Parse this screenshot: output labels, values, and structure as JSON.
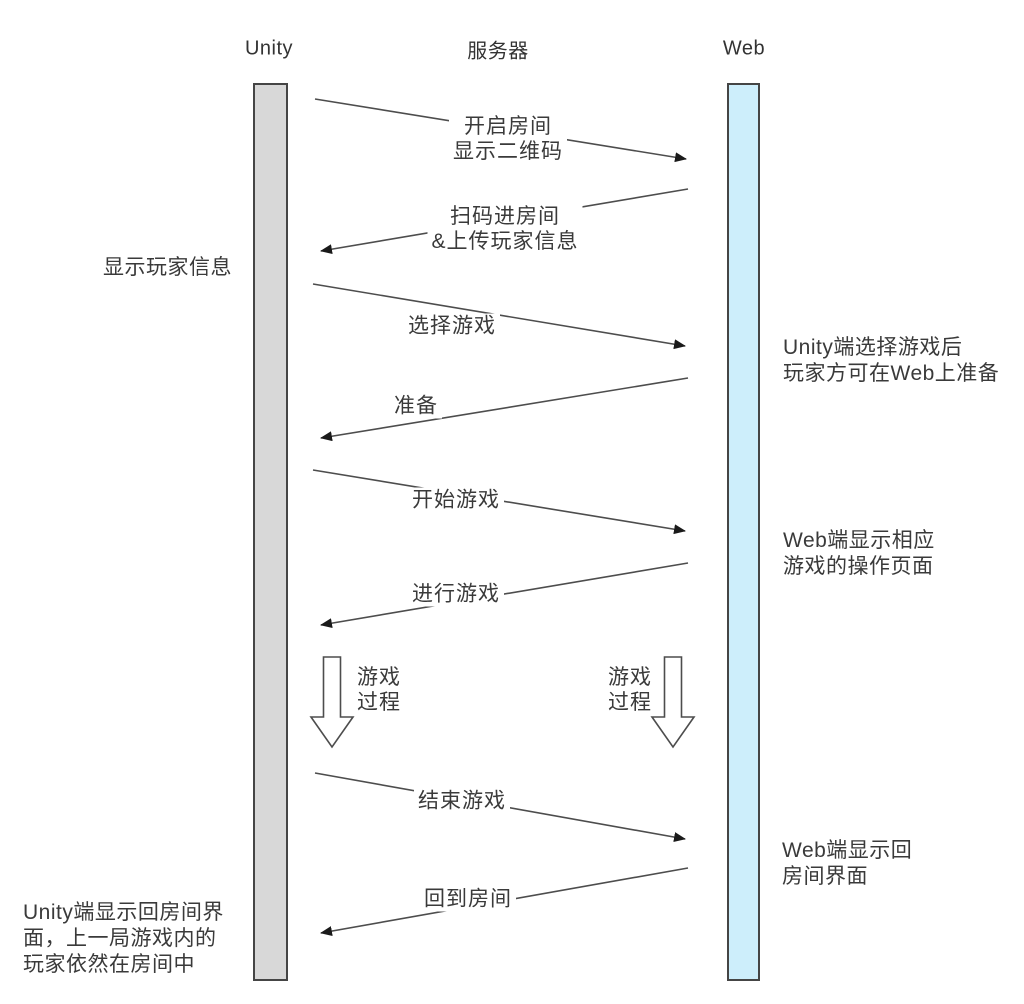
{
  "colors": {
    "background": "#ffffff",
    "unity_bar_fill": "#d8d8d8",
    "web_bar_fill": "#cdeefb",
    "bar_border": "#454545",
    "message_line": "#4d4d4d",
    "arrowhead": "#1a1a1a",
    "text": "#3a3a3a"
  },
  "participants": {
    "unity": "Unity",
    "server": "服务器",
    "web": "Web"
  },
  "messages": [
    {
      "id": "open-room",
      "direction": "unity-to-web",
      "lines": [
        "开启房间",
        "显示二维码"
      ]
    },
    {
      "id": "scan-enter",
      "direction": "web-to-unity",
      "lines": [
        "扫码进房间",
        "&上传玩家信息"
      ]
    },
    {
      "id": "select-game",
      "direction": "unity-to-web",
      "lines": [
        "选择游戏"
      ]
    },
    {
      "id": "ready",
      "direction": "web-to-unity",
      "lines": [
        "准备"
      ]
    },
    {
      "id": "start-game",
      "direction": "unity-to-web",
      "lines": [
        "开始游戏"
      ]
    },
    {
      "id": "play-game",
      "direction": "web-to-unity",
      "lines": [
        "进行游戏"
      ]
    },
    {
      "id": "end-game",
      "direction": "unity-to-web",
      "lines": [
        "结束游戏"
      ]
    },
    {
      "id": "back-room",
      "direction": "web-to-unity",
      "lines": [
        "回到房间"
      ]
    }
  ],
  "notes": [
    {
      "id": "show-player-info",
      "side": "left",
      "lines": [
        "显示玩家信息"
      ]
    },
    {
      "id": "unity-select-game",
      "side": "right",
      "lines": [
        "Unity端选择游戏后",
        "玩家方可在Web上准备"
      ]
    },
    {
      "id": "web-game-page",
      "side": "right",
      "lines": [
        "Web端显示相应",
        "游戏的操作页面"
      ]
    },
    {
      "id": "web-back-room",
      "side": "right",
      "lines": [
        "Web端显示回",
        "房间界面"
      ]
    },
    {
      "id": "unity-back-room",
      "side": "left",
      "lines": [
        "Unity端显示回房间界",
        "面，上一局游戏内的",
        "玩家依然在房间中"
      ]
    }
  ],
  "process_labels": [
    {
      "id": "game-process-left",
      "lines": [
        "游戏",
        "过程"
      ]
    },
    {
      "id": "game-process-right",
      "lines": [
        "游戏",
        "过程"
      ]
    }
  ]
}
